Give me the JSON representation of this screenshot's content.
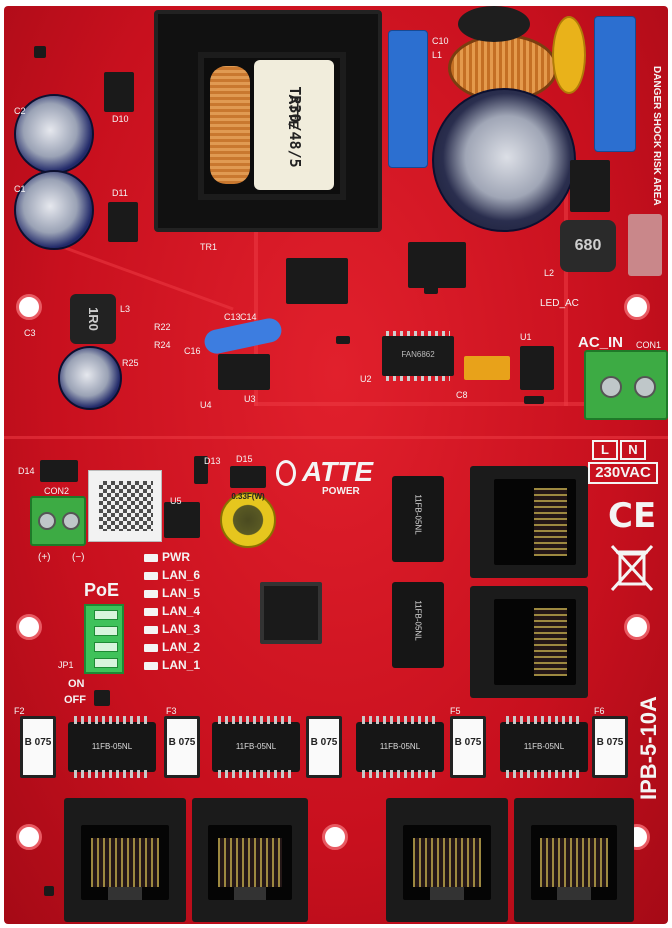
{
  "board": {
    "model": "IPB-5-10A",
    "brand_top": "ATTE",
    "brand_sub": "POWER",
    "transformer_label": "TR30/48/5",
    "transformer_brand": "ATTE",
    "ac_input_label": "AC_IN",
    "voltage_label": "230VAC",
    "phase_L": "L",
    "phase_N": "N",
    "poe_label": "PoE",
    "dip_on": "ON",
    "dip_off": "OFF",
    "danger_text": "DANGER SHOCK RISK AREA",
    "led_labels": [
      "PWR",
      "LAN_6",
      "LAN_5",
      "LAN_4",
      "LAN_3",
      "LAN_2",
      "LAN_1"
    ],
    "led_ac_label": "LED_AC",
    "inductor_1r0": "1R0",
    "inductor_680": "680",
    "ic_fan": "FAN6862",
    "magnetics_label": "11FB-05NL",
    "fuse_labels": [
      "B 075",
      "B 075",
      "B 075",
      "B 075",
      "B 075"
    ],
    "con2_plus": "(+)",
    "con2_minus": "(−)",
    "ce_mark": "CE",
    "cap_value_label": "0.33F(W)",
    "ref_labels": {
      "tr1": "TR1",
      "l1": "L1",
      "l2": "L2",
      "l3": "L3",
      "jp1": "JP1",
      "con1": "CON1",
      "con2": "CON2",
      "u1": "U1",
      "u2": "U2",
      "u3": "U3",
      "u4": "U4",
      "u5": "U5",
      "c1": "C1",
      "c2": "C2",
      "c3": "C3",
      "c8": "C8",
      "c10": "C10",
      "c13": "C13",
      "c14": "C14",
      "c16": "C16",
      "d10": "D10",
      "d11": "D11",
      "d13": "D13",
      "d14": "D14",
      "d15": "D15",
      "f2": "F2",
      "f3": "F3",
      "f5": "F5",
      "f6": "F6",
      "r22": "R22",
      "r24": "R24",
      "r25": "R25"
    }
  }
}
